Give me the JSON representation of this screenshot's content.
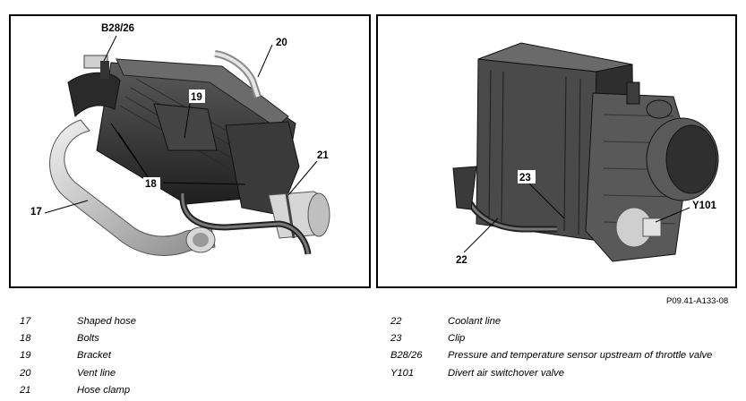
{
  "figure_code": "P09.41-A133-08",
  "left_panel": {
    "labels": {
      "b2826": "B28/26",
      "n20": "20",
      "n19": "19",
      "n21": "21",
      "n18": "18",
      "n17": "17"
    }
  },
  "right_panel": {
    "labels": {
      "n23": "23",
      "y101": "Y101",
      "n22": "22"
    }
  },
  "legend_left": [
    {
      "num": "17",
      "desc": "Shaped hose"
    },
    {
      "num": "18",
      "desc": "Bolts"
    },
    {
      "num": "19",
      "desc": "Bracket"
    },
    {
      "num": "20",
      "desc": "Vent line"
    },
    {
      "num": "21",
      "desc": "Hose clamp"
    }
  ],
  "legend_right": [
    {
      "num": "22",
      "desc": "Coolant line"
    },
    {
      "num": "23",
      "desc": "Clip"
    },
    {
      "num": "B28/26",
      "desc": "Pressure and temperature sensor upstream of throttle valve"
    },
    {
      "num": "Y101",
      "desc": "Divert air switchover valve"
    }
  ]
}
